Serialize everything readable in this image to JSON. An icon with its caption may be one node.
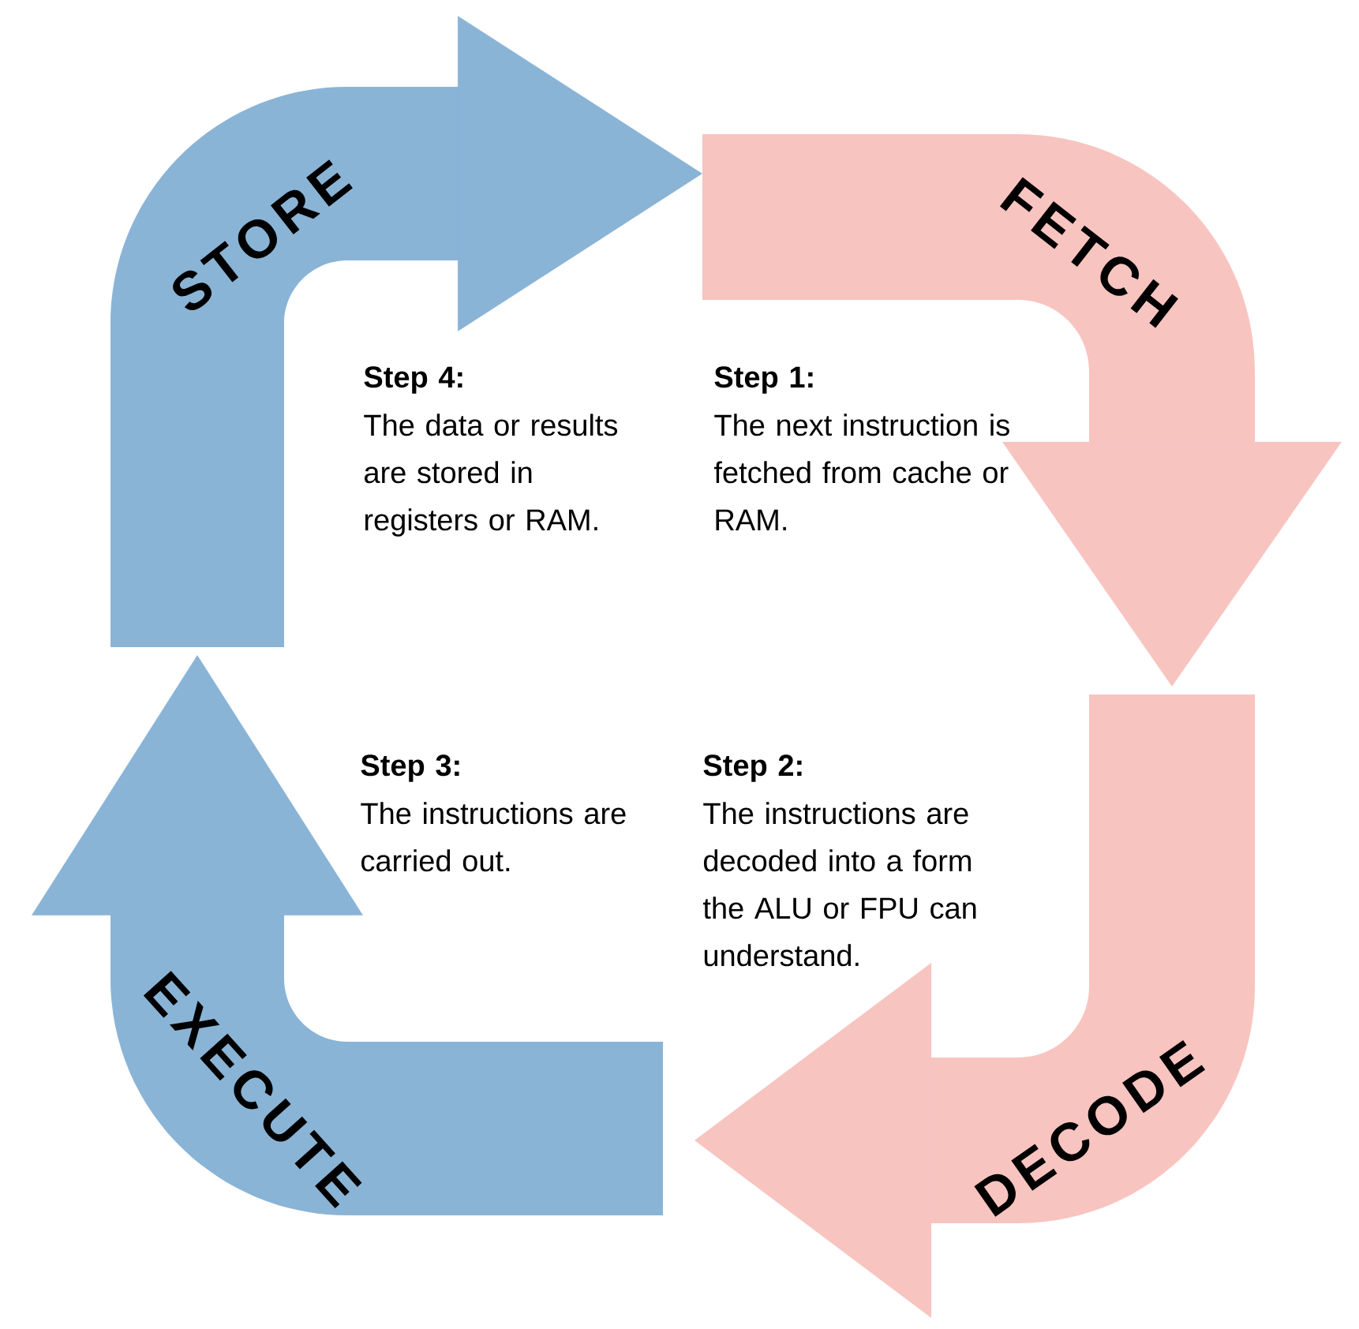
{
  "diagram": {
    "nodes": [
      {
        "text": [
          "STORE"
        ]
      },
      {
        "text": [
          "FETCH"
        ]
      },
      {
        "text": [
          "EXECUTE"
        ]
      },
      {
        "text": [
          "DECODE"
        ]
      }
    ],
    "edges": [
      {
        "from": 0,
        "to": 1,
        "arrow": "to",
        "color": "#8ab4d6"
      },
      {
        "from": 1,
        "to": 3,
        "arrow": "to",
        "color": "#f8c4c0"
      },
      {
        "from": 3,
        "to": 2,
        "arrow": "to",
        "color": "#f8c4c0"
      },
      {
        "from": 2,
        "to": 0,
        "arrow": "to",
        "color": "#8ab4d6"
      }
    ],
    "labels": [
      "Step 4:",
      "The data or results are stored in registers or RAM.",
      "Step 1:",
      "The next instruction is fetched from cache or RAM.",
      "Step 3:",
      "The instructions are carried out.",
      "Step 2:",
      "The instructions are decoded into a form the ALU or FPU can understand."
    ]
  }
}
